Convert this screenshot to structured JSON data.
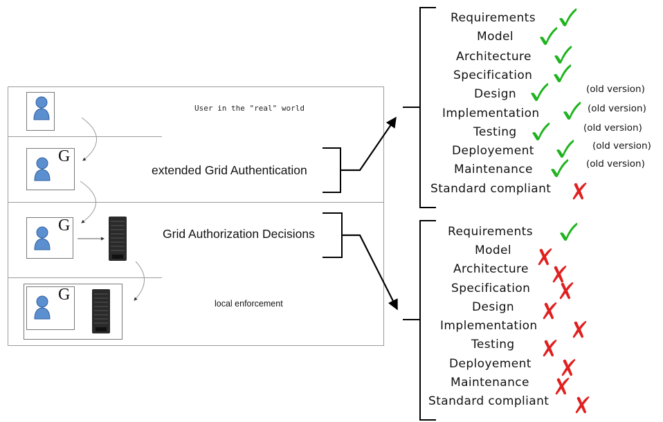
{
  "left_panel": {
    "rows": [
      {
        "label": "User in the \"real\" world",
        "has_g": false,
        "has_server": false
      },
      {
        "label": "",
        "has_g": true,
        "has_server": false
      },
      {
        "label": "",
        "has_g": true,
        "has_server": true
      },
      {
        "label": "local enforcement",
        "has_g": true,
        "has_server": true
      }
    ],
    "g_letter": "G"
  },
  "middle_labels": {
    "authentication": "extended Grid Authentication",
    "authorization": "Grid Authorization Decisions"
  },
  "authentication_list": [
    {
      "phase": "Requirements",
      "status": "check",
      "note": ""
    },
    {
      "phase": "Model",
      "status": "check",
      "note": ""
    },
    {
      "phase": "Architecture",
      "status": "check",
      "note": ""
    },
    {
      "phase": "Specification",
      "status": "check",
      "note": ""
    },
    {
      "phase": "Design",
      "status": "check",
      "note": "(old version)"
    },
    {
      "phase": "Implementation",
      "status": "check",
      "note": "(old version)"
    },
    {
      "phase": "Testing",
      "status": "check",
      "note": "(old version)"
    },
    {
      "phase": "Deployement",
      "status": "check",
      "note": "(old version)"
    },
    {
      "phase": "Maintenance",
      "status": "check",
      "note": "(old version)"
    },
    {
      "phase": "Standard compliant",
      "status": "cross",
      "note": ""
    }
  ],
  "authorization_list": [
    {
      "phase": "Requirements",
      "status": "check"
    },
    {
      "phase": "Model",
      "status": "cross"
    },
    {
      "phase": "Architecture",
      "status": "cross"
    },
    {
      "phase": "Specification",
      "status": "cross"
    },
    {
      "phase": "Design",
      "status": "cross"
    },
    {
      "phase": "Implementation",
      "status": "cross"
    },
    {
      "phase": "Testing",
      "status": "cross"
    },
    {
      "phase": "Deployement",
      "status": "cross"
    },
    {
      "phase": "Maintenance",
      "status": "cross"
    },
    {
      "phase": "Standard compliant",
      "status": "cross"
    }
  ],
  "colors": {
    "check": "#1fb41f",
    "cross": "#e02020",
    "user_icon": "#5b8fd0",
    "server": "#2a2a2a"
  }
}
